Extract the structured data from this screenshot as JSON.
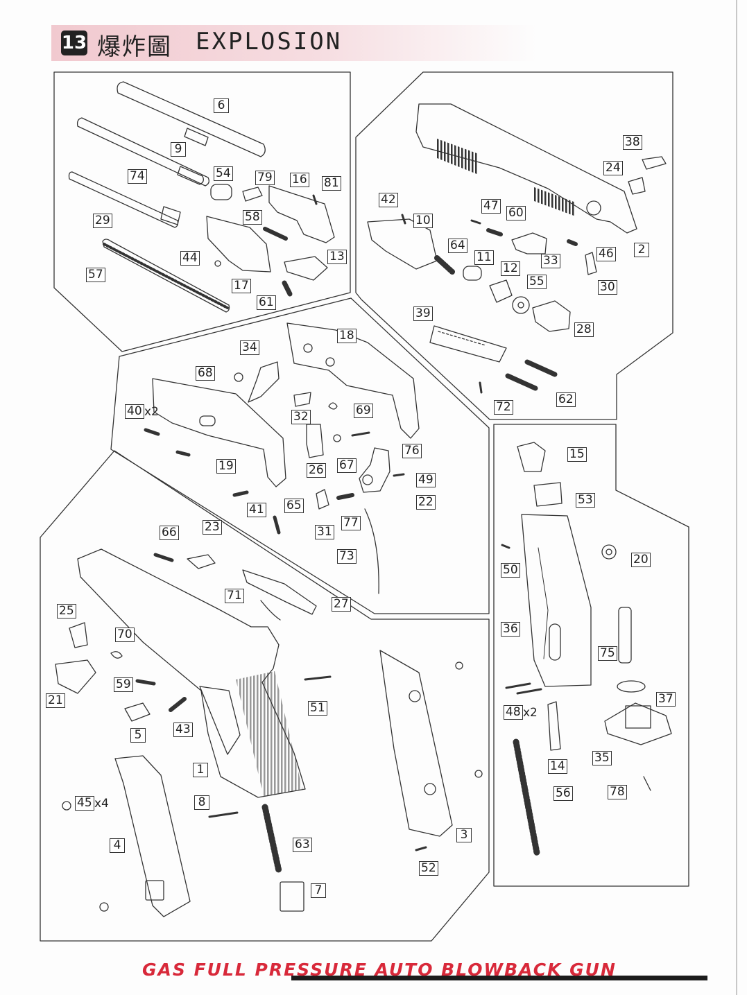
{
  "header": {
    "section_number": "13",
    "title_cn": "爆炸圖",
    "title_en": "EXPLOSION"
  },
  "footer": {
    "tagline": "GAS FULL PRESSURE AUTO BLOWBACK GUN"
  },
  "parts": [
    {
      "id": "p6",
      "label": "6"
    },
    {
      "id": "p9",
      "label": "9"
    },
    {
      "id": "p74",
      "label": "74"
    },
    {
      "id": "p54",
      "label": "54"
    },
    {
      "id": "p79",
      "label": "79"
    },
    {
      "id": "p16",
      "label": "16"
    },
    {
      "id": "p81",
      "label": "81"
    },
    {
      "id": "p29",
      "label": "29"
    },
    {
      "id": "p58",
      "label": "58"
    },
    {
      "id": "p44",
      "label": "44"
    },
    {
      "id": "p13",
      "label": "13"
    },
    {
      "id": "p57",
      "label": "57"
    },
    {
      "id": "p17",
      "label": "17"
    },
    {
      "id": "p61",
      "label": "61"
    },
    {
      "id": "p38",
      "label": "38"
    },
    {
      "id": "p24",
      "label": "24"
    },
    {
      "id": "p42",
      "label": "42"
    },
    {
      "id": "p47",
      "label": "47"
    },
    {
      "id": "p60",
      "label": "60"
    },
    {
      "id": "p10",
      "label": "10"
    },
    {
      "id": "p64",
      "label": "64"
    },
    {
      "id": "p46",
      "label": "46"
    },
    {
      "id": "p2",
      "label": "2"
    },
    {
      "id": "p33",
      "label": "33"
    },
    {
      "id": "p11",
      "label": "11"
    },
    {
      "id": "p12",
      "label": "12"
    },
    {
      "id": "p55",
      "label": "55"
    },
    {
      "id": "p30",
      "label": "30"
    },
    {
      "id": "p39",
      "label": "39"
    },
    {
      "id": "p28",
      "label": "28"
    },
    {
      "id": "p62",
      "label": "62"
    },
    {
      "id": "p72",
      "label": "72"
    },
    {
      "id": "p34",
      "label": "34"
    },
    {
      "id": "p18",
      "label": "18"
    },
    {
      "id": "p68",
      "label": "68"
    },
    {
      "id": "p40",
      "label": "40",
      "qty": "x2"
    },
    {
      "id": "p32",
      "label": "32"
    },
    {
      "id": "p69",
      "label": "69"
    },
    {
      "id": "p76",
      "label": "76"
    },
    {
      "id": "p19",
      "label": "19"
    },
    {
      "id": "p26",
      "label": "26"
    },
    {
      "id": "p67",
      "label": "67"
    },
    {
      "id": "p49",
      "label": "49"
    },
    {
      "id": "p22",
      "label": "22"
    },
    {
      "id": "p41",
      "label": "41"
    },
    {
      "id": "p65",
      "label": "65"
    },
    {
      "id": "p31",
      "label": "31"
    },
    {
      "id": "p77",
      "label": "77"
    },
    {
      "id": "p73",
      "label": "73"
    },
    {
      "id": "p15",
      "label": "15"
    },
    {
      "id": "p53",
      "label": "53"
    },
    {
      "id": "p20",
      "label": "20"
    },
    {
      "id": "p50",
      "label": "50"
    },
    {
      "id": "p36",
      "label": "36"
    },
    {
      "id": "p75",
      "label": "75"
    },
    {
      "id": "p37",
      "label": "37"
    },
    {
      "id": "p48",
      "label": "48",
      "qty": "x2"
    },
    {
      "id": "p14",
      "label": "14"
    },
    {
      "id": "p35",
      "label": "35"
    },
    {
      "id": "p56",
      "label": "56"
    },
    {
      "id": "p78",
      "label": "78"
    },
    {
      "id": "p66",
      "label": "66"
    },
    {
      "id": "p23",
      "label": "23"
    },
    {
      "id": "p71",
      "label": "71"
    },
    {
      "id": "p27",
      "label": "27"
    },
    {
      "id": "p25",
      "label": "25"
    },
    {
      "id": "p70",
      "label": "70"
    },
    {
      "id": "p21",
      "label": "21"
    },
    {
      "id": "p59",
      "label": "59"
    },
    {
      "id": "p51",
      "label": "51"
    },
    {
      "id": "p5",
      "label": "5"
    },
    {
      "id": "p43",
      "label": "43"
    },
    {
      "id": "p1",
      "label": "1"
    },
    {
      "id": "p45",
      "label": "45",
      "qty": "x4"
    },
    {
      "id": "p8",
      "label": "8"
    },
    {
      "id": "p3",
      "label": "3"
    },
    {
      "id": "p4",
      "label": "4"
    },
    {
      "id": "p63",
      "label": "63"
    },
    {
      "id": "p52",
      "label": "52"
    },
    {
      "id": "p7",
      "label": "7"
    }
  ]
}
